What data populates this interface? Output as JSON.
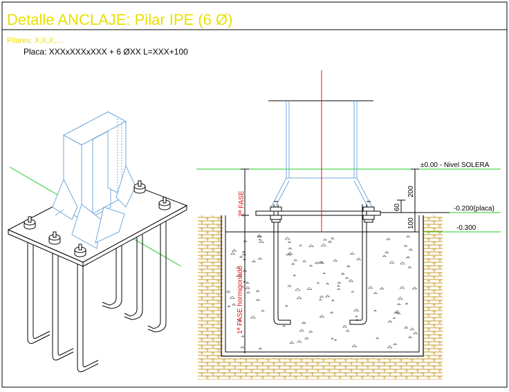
{
  "title": "Detalle ANCLAJE: Pilar IPE (6 Ø)",
  "header": {
    "pilares": "Pilares: X,X,X,....",
    "placa": "Placa: XXXxXXXxXXX + 6 ØXX L=XXX+100"
  },
  "levels": {
    "solera": "±0.00 - Nivel SOLERA",
    "placa": "-0.200(placa)",
    "base": "-0.300"
  },
  "dimensions": {
    "d200": "200",
    "d60": "60",
    "d100": "100"
  },
  "phases": {
    "second": "2ª FASE",
    "first": "1ª FASE hormigonado"
  },
  "colors": {
    "title": "#e8e000",
    "level_line": "#22cc22",
    "axis": "#e01010",
    "steel": "#6fa8dc",
    "brick": "#c89a2a",
    "ink": "#000000"
  }
}
